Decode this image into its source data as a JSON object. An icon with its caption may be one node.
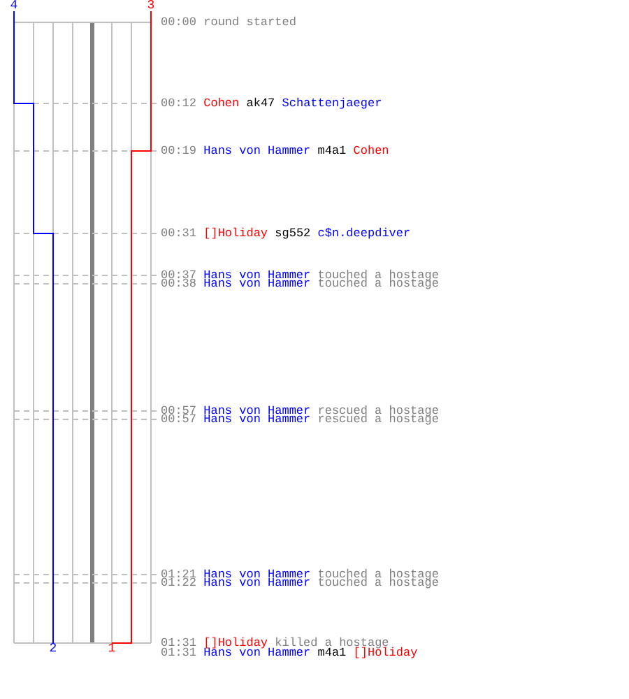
{
  "diagram": {
    "labels": [
      "4",
      "3",
      "00:00",
      "round started",
      "00:12",
      "Cohen",
      "ak47",
      "Schattenjaeger",
      "00:19",
      "Hans von Hammer",
      "m4a1",
      "Cohen",
      "00:31",
      "[]Holiday",
      "sg552",
      "c$n.deepdiver",
      "00:37",
      "Hans von Hammer",
      "touched a hostage",
      "00:38",
      "Hans von Hammer",
      "touched a hostage",
      "00:57",
      "Hans von Hammer",
      "rescued a hostage",
      "00:57",
      "Hans von Hammer",
      "rescued a hostage",
      "01:21",
      "Hans von Hammer",
      "touched a hostage",
      "01:22",
      "Hans von Hammer",
      "touched a hostage",
      "01:31",
      "[]Holiday",
      "killed a hostage",
      "01:31",
      "Hans von Hammer",
      "m4a1",
      "[]Holiday",
      "2",
      "1"
    ]
  }
}
